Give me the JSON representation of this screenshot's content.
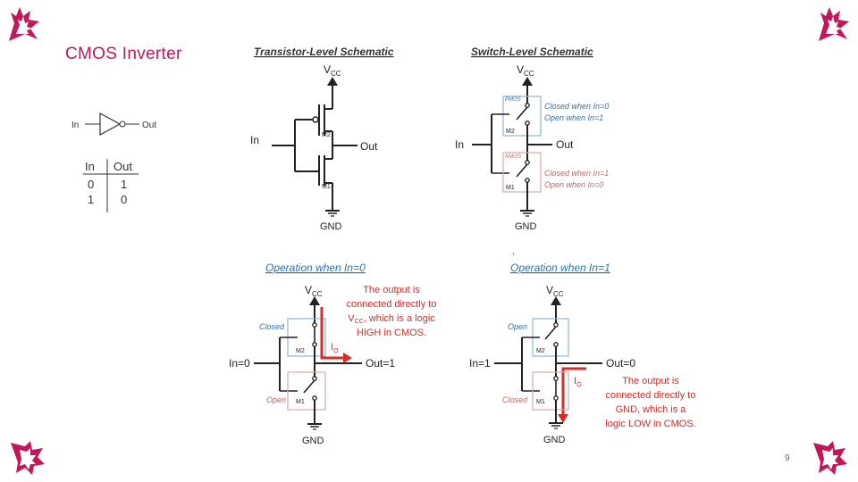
{
  "slide": {
    "title": "CMOS Inverter",
    "page_number": "9",
    "brand_color": "#c0185a"
  },
  "gate": {
    "input_label": "In",
    "output_label": "Out"
  },
  "truth_table": {
    "headers": [
      "In",
      "Out"
    ],
    "rows": [
      [
        "0",
        "1"
      ],
      [
        "1",
        "0"
      ]
    ]
  },
  "transistor_schematic": {
    "title": "Transistor-Level Schematic",
    "vcc": "V",
    "vcc_sub": "CC",
    "input": "In",
    "output": "Out",
    "pmos": "M2",
    "nmos": "M1",
    "gnd": "GND"
  },
  "switch_schematic": {
    "title": "Switch-Level Schematic",
    "vcc": "V",
    "vcc_sub": "CC",
    "input": "In",
    "output": "Out",
    "pmos_tag": "PMOS",
    "nmos_tag": "NMOS",
    "pmos": "M2",
    "nmos": "M1",
    "gnd": "GND",
    "pmos_note_1": "Closed when In=0",
    "pmos_note_2": "Open when In=1",
    "nmos_note_1": "Closed when In=1",
    "nmos_note_2": "Open when In=0",
    "dot": "."
  },
  "operation_low": {
    "title": "Operation when In=0",
    "vcc": "V",
    "vcc_sub": "CC",
    "input": "In=0",
    "output": "Out=1",
    "top_state": "Closed",
    "bottom_state": "Open",
    "pmos": "M2",
    "nmos": "M1",
    "current": "I",
    "current_sub": "O",
    "gnd": "GND",
    "note_1": "The output is",
    "note_2": "connected directly to",
    "note_3a": "V",
    "note_3sub": "CC",
    "note_3b": ", which is a logic",
    "note_4": "HIGH in CMOS."
  },
  "operation_high": {
    "title": "Operation when In=1",
    "vcc": "V",
    "vcc_sub": "CC",
    "input": "In=1",
    "output": "Out=0",
    "top_state": "Open",
    "bottom_state": "Closed",
    "pmos": "M2",
    "nmos": "M1",
    "current": "I",
    "current_sub": "O",
    "gnd": "GND",
    "note_1": "The output is",
    "note_2": "connected directly to",
    "note_3": "GND, which is a",
    "note_4": "logic LOW in CMOS."
  },
  "colors": {
    "blue_title": "#2b73b8",
    "note_blue": "#3b6ea5",
    "note_red": "#b46a6a",
    "current_red": "#d0302a",
    "box_blue": "#8fb3d4",
    "box_red": "#d9a9a9",
    "box_gray": "#bbbbbb"
  }
}
